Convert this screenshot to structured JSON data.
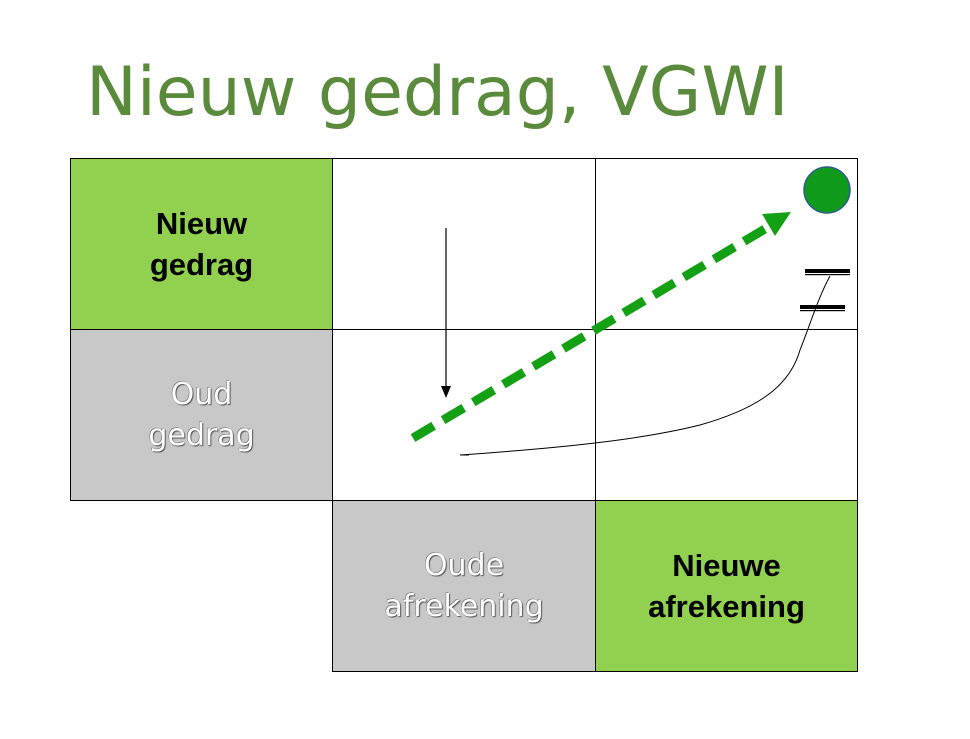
{
  "title": "Nieuw gedrag, VGWI",
  "colors": {
    "title": "#5a8a3c",
    "green_cell": "#92d050",
    "gray_cell": "#c8c8c8",
    "arrow": "#14a014",
    "dot": "#0f9a1c"
  },
  "rows": [
    {
      "label_line1": "Nieuw",
      "label_line2": "gedrag"
    },
    {
      "label_line1": "Oud",
      "label_line2": "gedrag"
    }
  ],
  "columns": [
    {
      "label_line1": "Oude",
      "label_line2": "afrekening"
    },
    {
      "label_line1": "Nieuwe",
      "label_line2": "afrekening"
    }
  ]
}
